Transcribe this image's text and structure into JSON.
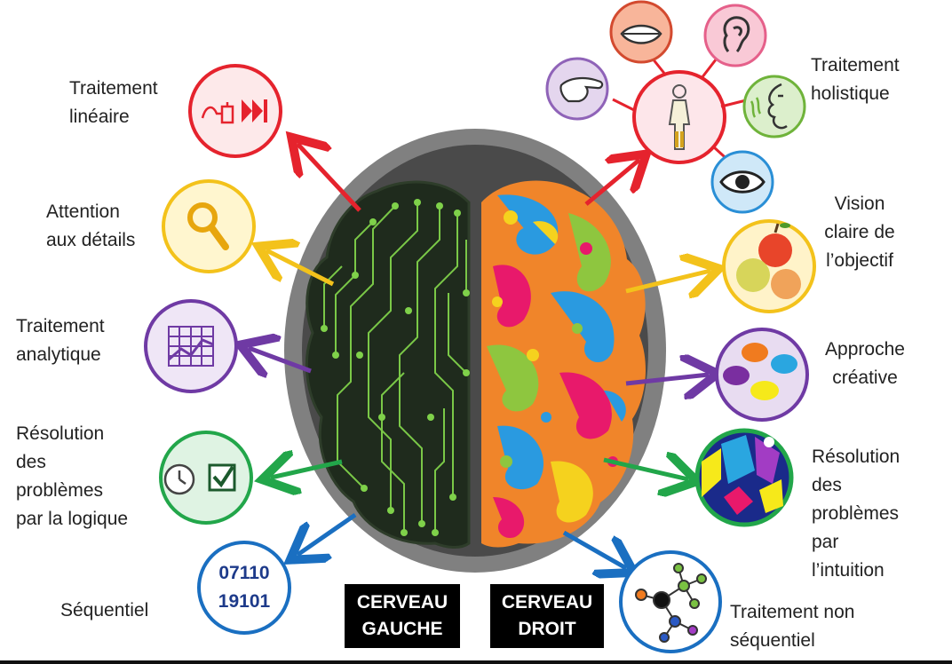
{
  "labels": {
    "linear": "Traitement\nlinéaire",
    "details": "Attention\naux détails",
    "analytic": "Traitement\nanalytique",
    "logic": "Résolution\ndes\nproblèmes\npar la logique",
    "sequential": "Séquentiel",
    "holistic": "Traitement\nholistique",
    "vision": "Vision\nclaire de\nl’objectif",
    "creative": "Approche\ncréative",
    "intuition": "Résolution\ndes\nproblèmes\npar\nl’intuition",
    "nonsequential": "Traitement non\nséquentiel"
  },
  "hemispheres": {
    "left": "CERVEAU\nGAUCHE",
    "right": "CERVEAU\nDROIT"
  },
  "binary": {
    "line1": "07110",
    "line2": "19101"
  },
  "colors": {
    "red": "#e5232d",
    "yellow": "#f3c21b",
    "purple": "#6f3aa4",
    "green": "#22a64a",
    "blue": "#1a6fc1",
    "circuit_bg": "#1e2a1e",
    "circuit_line": "#7fd14a"
  },
  "icons": {
    "linear": "circuit-forward-icon",
    "details": "magnifier-icon",
    "analytic": "chart-grid-icon",
    "logic": "clock-checkbox-icon",
    "sequential": "binary-digits-icon",
    "holistic": "human-figure-icon",
    "senses": [
      "mouth-icon",
      "ear-icon",
      "face-smell-icon",
      "eye-icon",
      "hand-touch-icon"
    ],
    "vision": "fruit-icon",
    "creative": "color-blobs-icon",
    "intuition": "abstract-shapes-icon",
    "nonsequential": "molecule-network-icon"
  }
}
